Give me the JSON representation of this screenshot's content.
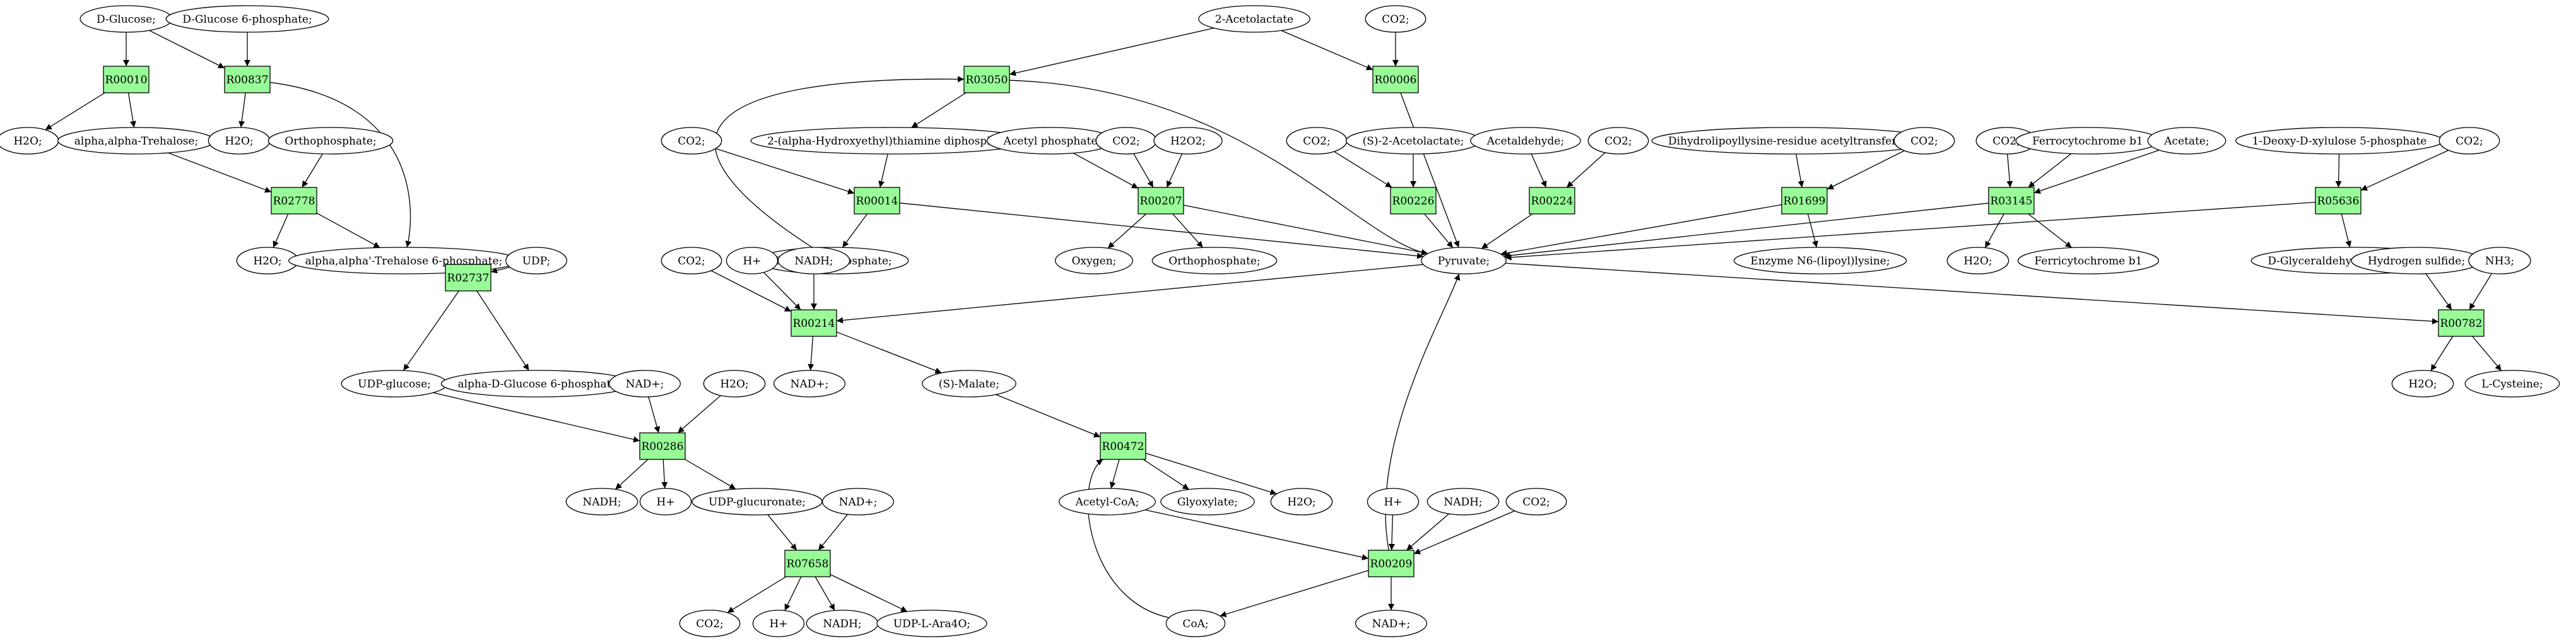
{
  "colors": {
    "reaction_fill": "#98fb98",
    "source_fill": "#00ff00",
    "target_fill": "#ffff00",
    "metabolite_fill": "#ffffff"
  },
  "nodes": {
    "dglucose": {
      "label": "D-Glucose;",
      "kind": "source"
    },
    "g6p": {
      "label": "D-Glucose 6-phosphate;",
      "kind": "metabolite"
    },
    "r00010": {
      "label": "R00010",
      "kind": "reaction"
    },
    "r00837": {
      "label": "R00837",
      "kind": "reaction"
    },
    "h2o_a": {
      "label": "H2O;",
      "kind": "metabolite"
    },
    "trehalose": {
      "label": "alpha,alpha-Trehalose;",
      "kind": "metabolite"
    },
    "h2o_b": {
      "label": "H2O;",
      "kind": "metabolite"
    },
    "ortho_a": {
      "label": "Orthophosphate;",
      "kind": "metabolite"
    },
    "r02778": {
      "label": "R02778",
      "kind": "reaction"
    },
    "h2o_c": {
      "label": "H2O;",
      "kind": "metabolite"
    },
    "t6p": {
      "label": "alpha,alpha'-Trehalose 6-phosphate;",
      "kind": "metabolite"
    },
    "udp_a": {
      "label": "UDP;",
      "kind": "metabolite"
    },
    "r02737": {
      "label": "R02737",
      "kind": "reaction"
    },
    "udpglc": {
      "label": "UDP-glucose;",
      "kind": "metabolite"
    },
    "adg6p": {
      "label": "alpha-D-Glucose 6-phosphate",
      "kind": "metabolite"
    },
    "nadp_a": {
      "label": "NAD+;",
      "kind": "metabolite"
    },
    "h2o_d": {
      "label": "H2O;",
      "kind": "metabolite"
    },
    "r00286": {
      "label": "R00286",
      "kind": "reaction"
    },
    "nadh_a": {
      "label": "NADH;",
      "kind": "metabolite"
    },
    "hplus_a": {
      "label": "H+",
      "kind": "metabolite"
    },
    "udpgluc": {
      "label": "UDP-glucuronate;",
      "kind": "metabolite"
    },
    "nadp_b": {
      "label": "NAD+;",
      "kind": "metabolite"
    },
    "r07658": {
      "label": "R07658",
      "kind": "reaction"
    },
    "co2_a": {
      "label": "CO2;",
      "kind": "metabolite"
    },
    "hplus_b": {
      "label": "H+",
      "kind": "metabolite"
    },
    "nadh_b": {
      "label": "NADH;",
      "kind": "metabolite"
    },
    "udpara": {
      "label": "UDP-L-Ara4O;",
      "kind": "metabolite"
    },
    "acetolactate2": {
      "label": "2-Acetolactate",
      "kind": "metabolite"
    },
    "co2_b": {
      "label": "CO2;",
      "kind": "metabolite"
    },
    "r03050": {
      "label": "R03050",
      "kind": "reaction"
    },
    "r00006": {
      "label": "R00006",
      "kind": "reaction"
    },
    "hetpp": {
      "label": "2-(alpha-Hydroxyethyl)thiamine diphosphate;",
      "kind": "metabolite"
    },
    "co2_c": {
      "label": "CO2;",
      "kind": "metabolite"
    },
    "r00014": {
      "label": "R00014",
      "kind": "reaction"
    },
    "tpp": {
      "label": "Thiamin diphosphate;",
      "kind": "metabolite"
    },
    "acetylp": {
      "label": "Acetyl phosphate",
      "kind": "metabolite"
    },
    "co2_d": {
      "label": "CO2;",
      "kind": "metabolite"
    },
    "h2o2": {
      "label": "H2O2;",
      "kind": "metabolite"
    },
    "r00207": {
      "label": "R00207",
      "kind": "reaction"
    },
    "oxygen": {
      "label": "Oxygen;",
      "kind": "metabolite"
    },
    "ortho_b": {
      "label": "Orthophosphate;",
      "kind": "metabolite"
    },
    "co2_e": {
      "label": "CO2;",
      "kind": "metabolite"
    },
    "sacetolactate": {
      "label": "(S)-2-Acetolactate;",
      "kind": "metabolite"
    },
    "r00226": {
      "label": "R00226",
      "kind": "reaction"
    },
    "acetaldehyde": {
      "label": "Acetaldehyde;",
      "kind": "metabolite"
    },
    "co2_f": {
      "label": "CO2;",
      "kind": "metabolite"
    },
    "r00224": {
      "label": "R00224",
      "kind": "reaction"
    },
    "dihydrolipo": {
      "label": "Dihydrolipoyllysine-residue acetyltransferase]",
      "kind": "metabolite"
    },
    "co2_g": {
      "label": "CO2;",
      "kind": "metabolite"
    },
    "r01699": {
      "label": "R01699",
      "kind": "reaction"
    },
    "enzyme": {
      "label": "Enzyme N6-(lipoyl)lysine;",
      "kind": "metabolite"
    },
    "co2_h": {
      "label": "CO2;",
      "kind": "metabolite"
    },
    "ferrocyt": {
      "label": "Ferrocytochrome b1",
      "kind": "metabolite"
    },
    "acetate": {
      "label": "Acetate;",
      "kind": "metabolite"
    },
    "r03145": {
      "label": "R03145",
      "kind": "reaction"
    },
    "h2o_e": {
      "label": "H2O;",
      "kind": "metabolite"
    },
    "ferricyt": {
      "label": "Ferricytochrome b1",
      "kind": "metabolite"
    },
    "dxp": {
      "label": "1-Deoxy-D-xylulose 5-phosphate",
      "kind": "metabolite"
    },
    "co2_i": {
      "label": "CO2;",
      "kind": "metabolite"
    },
    "r05636": {
      "label": "R05636",
      "kind": "reaction"
    },
    "g3p": {
      "label": "D-Glyceraldehyde 3-phosphate;",
      "kind": "metabolite"
    },
    "pyruvate": {
      "label": "Pyruvate;",
      "kind": "metabolite"
    },
    "co2_j": {
      "label": "CO2;",
      "kind": "metabolite"
    },
    "hplus_c": {
      "label": "H+",
      "kind": "metabolite"
    },
    "nadh_c": {
      "label": "NADH;",
      "kind": "metabolite"
    },
    "r00214": {
      "label": "R00214",
      "kind": "reaction"
    },
    "nadp_c": {
      "label": "NAD+;",
      "kind": "metabolite"
    },
    "smalate": {
      "label": "(S)-Malate;",
      "kind": "metabolite"
    },
    "r00472": {
      "label": "R00472",
      "kind": "reaction"
    },
    "acetylcoa": {
      "label": "Acetyl-CoA;",
      "kind": "metabolite"
    },
    "glyoxylate": {
      "label": "Glyoxylate;",
      "kind": "metabolite"
    },
    "h2o_f": {
      "label": "H2O;",
      "kind": "metabolite"
    },
    "hplus_d": {
      "label": "H+",
      "kind": "metabolite"
    },
    "nadh_d": {
      "label": "NADH;",
      "kind": "metabolite"
    },
    "co2_k": {
      "label": "CO2;",
      "kind": "metabolite"
    },
    "r00209": {
      "label": "R00209",
      "kind": "reaction"
    },
    "coa": {
      "label": "CoA;",
      "kind": "metabolite"
    },
    "nadp_d": {
      "label": "NAD+;",
      "kind": "metabolite"
    },
    "h2s": {
      "label": "Hydrogen sulfide;",
      "kind": "metabolite"
    },
    "nh3": {
      "label": "NH3;",
      "kind": "metabolite"
    },
    "r00782": {
      "label": "R00782",
      "kind": "reaction"
    },
    "h2o_g": {
      "label": "H2O;",
      "kind": "metabolite"
    },
    "lcysteine": {
      "label": "L-Cysteine;",
      "kind": "target"
    }
  },
  "edges": [
    [
      "dglucose",
      "r00010"
    ],
    [
      "dglucose",
      "r00837"
    ],
    [
      "g6p",
      "r00837"
    ],
    [
      "r00010",
      "h2o_a"
    ],
    [
      "r00010",
      "trehalose"
    ],
    [
      "r00837",
      "h2o_b"
    ],
    [
      "r00837",
      "t6p"
    ],
    [
      "trehalose",
      "r02778"
    ],
    [
      "ortho_a",
      "r02778"
    ],
    [
      "r02778",
      "h2o_c"
    ],
    [
      "r02778",
      "t6p"
    ],
    [
      "t6p",
      "r02737"
    ],
    [
      "udp_a",
      "r02737"
    ],
    [
      "r02737",
      "udpglc"
    ],
    [
      "r02737",
      "adg6p"
    ],
    [
      "udpglc",
      "r00286"
    ],
    [
      "nadp_a",
      "r00286"
    ],
    [
      "h2o_d",
      "r00286"
    ],
    [
      "r00286",
      "nadh_a"
    ],
    [
      "r00286",
      "hplus_a"
    ],
    [
      "r00286",
      "udpgluc"
    ],
    [
      "udpgluc",
      "r07658"
    ],
    [
      "nadp_b",
      "r07658"
    ],
    [
      "r07658",
      "co2_a"
    ],
    [
      "r07658",
      "hplus_b"
    ],
    [
      "r07658",
      "nadh_b"
    ],
    [
      "r07658",
      "udpara"
    ],
    [
      "acetolactate2",
      "r03050"
    ],
    [
      "acetolactate2",
      "r00006"
    ],
    [
      "co2_b",
      "r00006"
    ],
    [
      "r03050",
      "hetpp"
    ],
    [
      "r03050",
      "pyruvate"
    ],
    [
      "tpp",
      "r03050"
    ],
    [
      "r00006",
      "pyruvate"
    ],
    [
      "hetpp",
      "r00014"
    ],
    [
      "co2_c",
      "r00014"
    ],
    [
      "r00014",
      "tpp"
    ],
    [
      "r00014",
      "pyruvate"
    ],
    [
      "acetylp",
      "r00207"
    ],
    [
      "co2_d",
      "r00207"
    ],
    [
      "h2o2",
      "r00207"
    ],
    [
      "r00207",
      "oxygen"
    ],
    [
      "r00207",
      "ortho_b"
    ],
    [
      "r00207",
      "pyruvate"
    ],
    [
      "co2_e",
      "r00226"
    ],
    [
      "sacetolactate",
      "r00226"
    ],
    [
      "r00226",
      "pyruvate"
    ],
    [
      "acetaldehyde",
      "r00224"
    ],
    [
      "co2_f",
      "r00224"
    ],
    [
      "r00224",
      "pyruvate"
    ],
    [
      "dihydrolipo",
      "r01699"
    ],
    [
      "co2_g",
      "r01699"
    ],
    [
      "r01699",
      "enzyme"
    ],
    [
      "r01699",
      "pyruvate"
    ],
    [
      "co2_h",
      "r03145"
    ],
    [
      "ferrocyt",
      "r03145"
    ],
    [
      "acetate",
      "r03145"
    ],
    [
      "r03145",
      "h2o_e"
    ],
    [
      "r03145",
      "ferricyt"
    ],
    [
      "r03145",
      "pyruvate"
    ],
    [
      "dxp",
      "r05636"
    ],
    [
      "co2_i",
      "r05636"
    ],
    [
      "r05636",
      "g3p"
    ],
    [
      "r05636",
      "pyruvate"
    ],
    [
      "pyruvate",
      "r00214"
    ],
    [
      "co2_j",
      "r00214"
    ],
    [
      "hplus_c",
      "r00214"
    ],
    [
      "nadh_c",
      "r00214"
    ],
    [
      "r00214",
      "nadp_c"
    ],
    [
      "r00214",
      "smalate"
    ],
    [
      "smalate",
      "r00472"
    ],
    [
      "r00472",
      "acetylcoa"
    ],
    [
      "r00472",
      "glyoxylate"
    ],
    [
      "r00472",
      "h2o_f"
    ],
    [
      "acetylcoa",
      "r00209"
    ],
    [
      "hplus_d",
      "r00209"
    ],
    [
      "nadh_d",
      "r00209"
    ],
    [
      "co2_k",
      "r00209"
    ],
    [
      "r00209",
      "coa"
    ],
    [
      "r00209",
      "nadp_d"
    ],
    [
      "r00209",
      "pyruvate"
    ],
    [
      "coa",
      "r00472"
    ],
    [
      "pyruvate",
      "r00782"
    ],
    [
      "h2s",
      "r00782"
    ],
    [
      "nh3",
      "r00782"
    ],
    [
      "r00782",
      "h2o_g"
    ],
    [
      "r00782",
      "lcysteine"
    ]
  ]
}
